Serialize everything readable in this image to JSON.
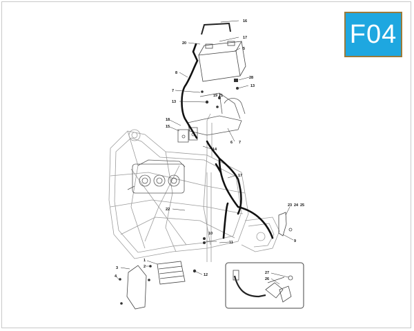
{
  "badge": {
    "code": "F04",
    "bg": "#1ea7e0",
    "border": "#9a7a3a"
  },
  "callouts": [
    "16",
    "17",
    "20",
    "5",
    "8",
    "28",
    "13",
    "7",
    "19",
    "21",
    "13",
    "18",
    "15",
    "14",
    "6",
    "7",
    "17",
    "22",
    "23",
    "24",
    "25",
    "10",
    "11",
    "9",
    "1",
    "2",
    "3",
    "4",
    "12",
    "27",
    "26"
  ],
  "inset": {
    "present": true
  }
}
